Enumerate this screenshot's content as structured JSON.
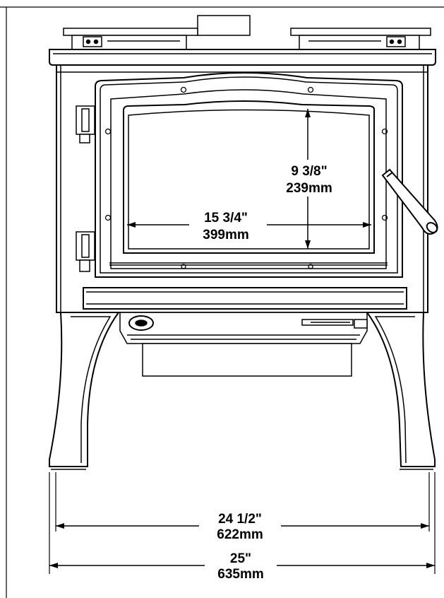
{
  "dimensions": {
    "glass_height": {
      "imperial": "9 3/8\"",
      "metric": "239mm"
    },
    "glass_width": {
      "imperial": "15 3/4\"",
      "metric": "399mm"
    },
    "leg_width": {
      "imperial": "24 1/2\"",
      "metric": "622mm"
    },
    "overall_width": {
      "imperial": "25\"",
      "metric": "635mm"
    }
  },
  "colors": {
    "line": "#000000",
    "background": "#ffffff"
  }
}
